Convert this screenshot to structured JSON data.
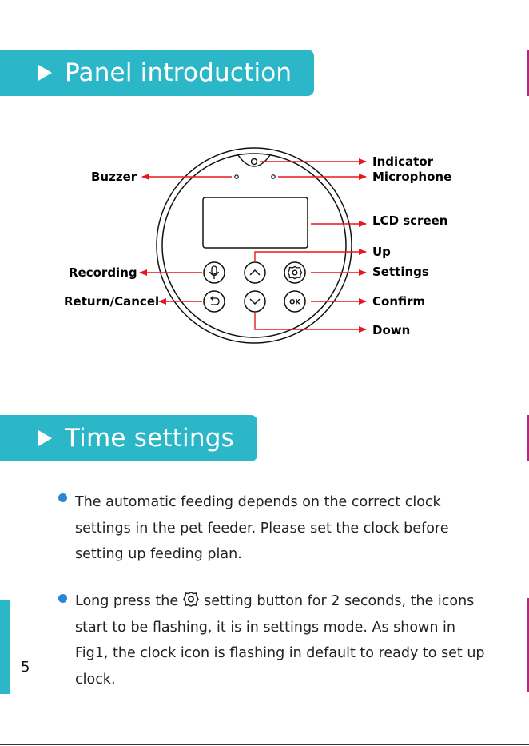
{
  "sections": {
    "panel": {
      "title": "Panel introduction"
    },
    "time": {
      "title": "Time settings"
    }
  },
  "panel_labels": {
    "buzzer": "Buzzer",
    "indicator": "Indicator",
    "microphone": "Microphone",
    "lcd_screen": "LCD screen",
    "up": "Up",
    "settings": "Settings",
    "recording": "Recording",
    "return_cancel": "Return/Cancel",
    "confirm": "Confirm",
    "down": "Down"
  },
  "ok_button_text": "OK",
  "bullets": {
    "first": "The automatic feeding depends on the correct clock settings in the pet feeder. Please set the clock before setting up feeding plan.",
    "second_before_icon": "Long press the",
    "second_after_icon": "setting button for 2 seconds, the icons start to be flashing, it is in settings mode. As shown in Fig1, the clock icon is flashing in default to ready to set up clock."
  },
  "page_number": "5",
  "colors": {
    "accent": "#2bb7c8",
    "arrow": "#e8171f",
    "bullet": "#2a86d4"
  },
  "icons": [
    "gear-icon",
    "microphone-icon",
    "return-icon",
    "chevron-up-icon",
    "chevron-down-icon",
    "ok-icon"
  ]
}
